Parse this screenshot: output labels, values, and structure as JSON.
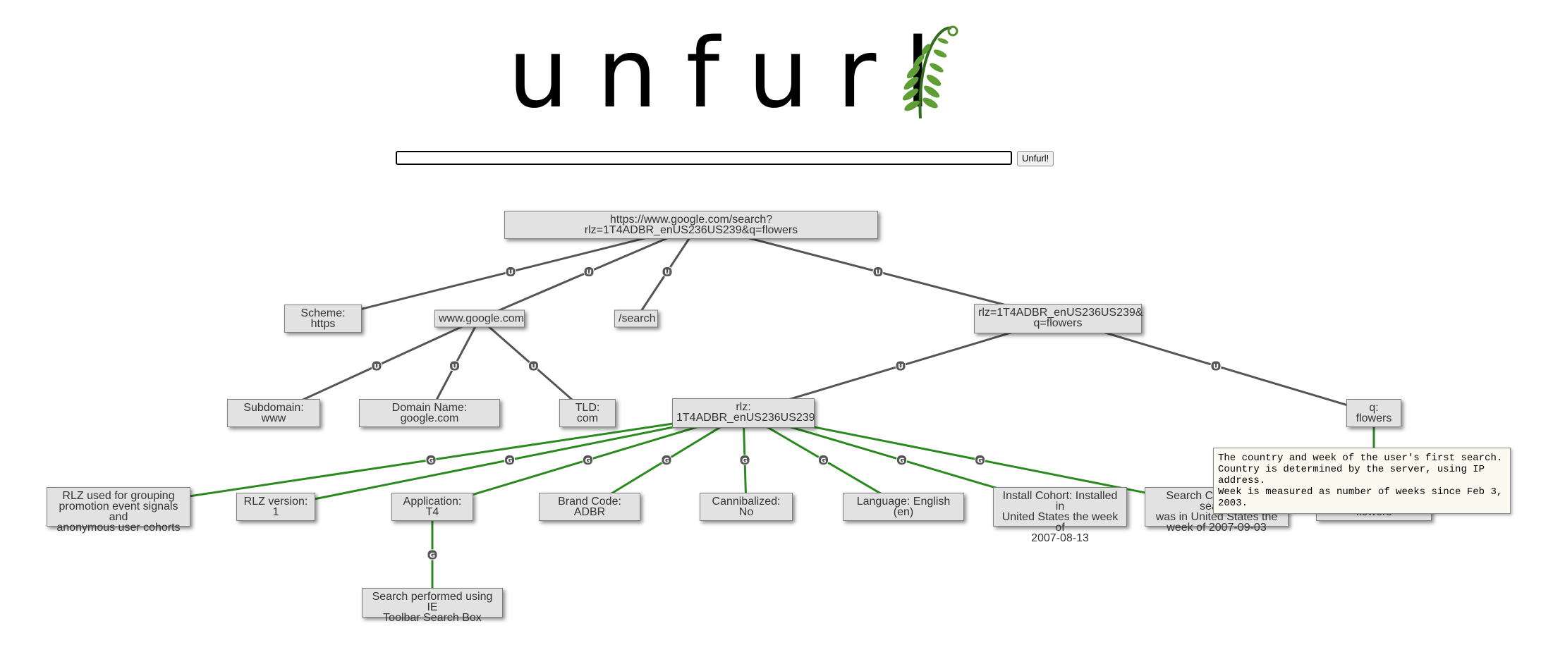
{
  "logo": {
    "text": "unfurl"
  },
  "search": {
    "value": "",
    "placeholder": ""
  },
  "button": {
    "label": "Unfurl!"
  },
  "colors": {
    "url_edge": "#555555",
    "google_edge": "#2a8a1e",
    "edge_badge": "#555555"
  },
  "nodes": {
    "root": "https://www.google.com/search?rlz=1T4ADBR_enUS236US239&q=flowers",
    "scheme": "Scheme: https",
    "host": "www.google.com",
    "path": "/search",
    "query": "rlz=1T4ADBR_enUS236US239&\nq=flowers",
    "subdomain": "Subdomain: www",
    "domain": "Domain Name: google.com",
    "tld": "TLD: com",
    "rlz": "rlz:\n1T4ADBR_enUS236US239",
    "q": "q: flowers",
    "rlz_desc": "RLZ used for grouping\npromotion event signals and\nanonymous user cohorts",
    "rlz_version": "RLZ version: 1",
    "application": "Application: T4",
    "brand": "Brand Code: ADBR",
    "cannibalized": "Cannibalized: No",
    "language": "Language: English (en)",
    "install_cohort": "Install Cohort: Installed in\nUnited States the week of\n2007-08-13",
    "search_cohort": "Search Cohort: First search\nwas in United States the\nweek of 2007-09-03",
    "search_query": "Search Query: flowers",
    "ie_toolbar": "Search performed using IE\nToolbar Search Box"
  },
  "edge_labels": {
    "url": "U",
    "google": "G"
  },
  "tooltip": "The country and week of the user's first search.\nCountry is determined by the server, using IP address.\nWeek is measured as number of weeks since Feb 3, 2003."
}
